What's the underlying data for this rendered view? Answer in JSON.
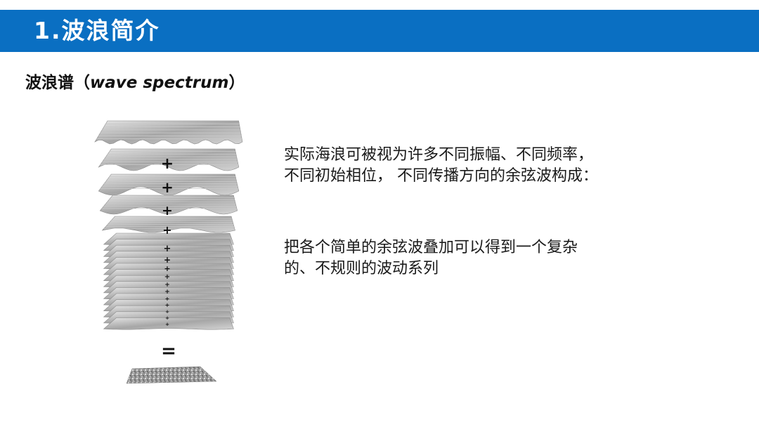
{
  "header": {
    "title": "1.波浪简介",
    "bar_color": "#0a6fc2"
  },
  "subtitle": {
    "cn": "波浪谱",
    "open_paren": "（",
    "en": "wave spectrum",
    "close_paren": "）"
  },
  "body": {
    "paragraph_1": "实际海浪可被视为许多不同振幅、不同频率，不同初始相位， 不同传播方向的余弦波构成：",
    "paragraph_2": "把各个简单的余弦波叠加可以得到一个复杂的、不规则的波动系列"
  },
  "illustration": {
    "plus_sign": "+",
    "equals_sign": "="
  }
}
